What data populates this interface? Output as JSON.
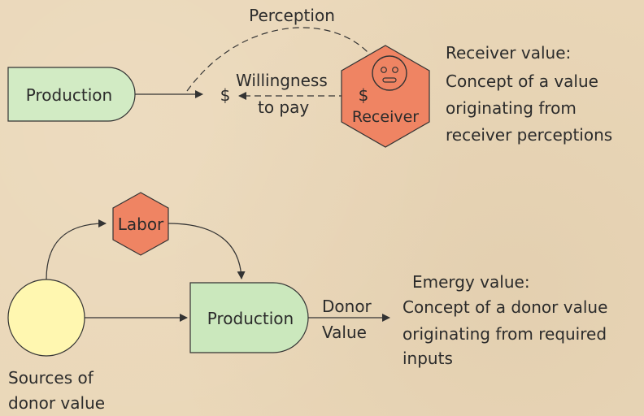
{
  "top": {
    "production_label": "Production",
    "dollar_left": "$",
    "willingness_line1": "Willingness",
    "willingness_line2": "to pay",
    "dollar_receiver": "$",
    "receiver_label": "Receiver",
    "perception_label": "Perception",
    "receiver_icon": "face-icon",
    "note_lines": [
      "Receiver value:",
      "Concept of a value",
      "originating from",
      "receiver perceptions"
    ]
  },
  "bottom": {
    "labor_label": "Labor",
    "production_label": "Production",
    "donor_line1": "Donor",
    "donor_line2": "Value",
    "sources_line1": "Sources of",
    "sources_line2": "donor value",
    "note_lines": [
      "Emergy value:",
      "Concept of a donor value",
      "originating from required",
      "inputs"
    ]
  },
  "colors": {
    "background": "#ead7b8",
    "production_fill": "#d2ebc4",
    "production_fill_2": "#cbe8bd",
    "hexagon_fill": "#ef8463",
    "source_fill": "#fff7b0",
    "stroke": "#333333"
  }
}
